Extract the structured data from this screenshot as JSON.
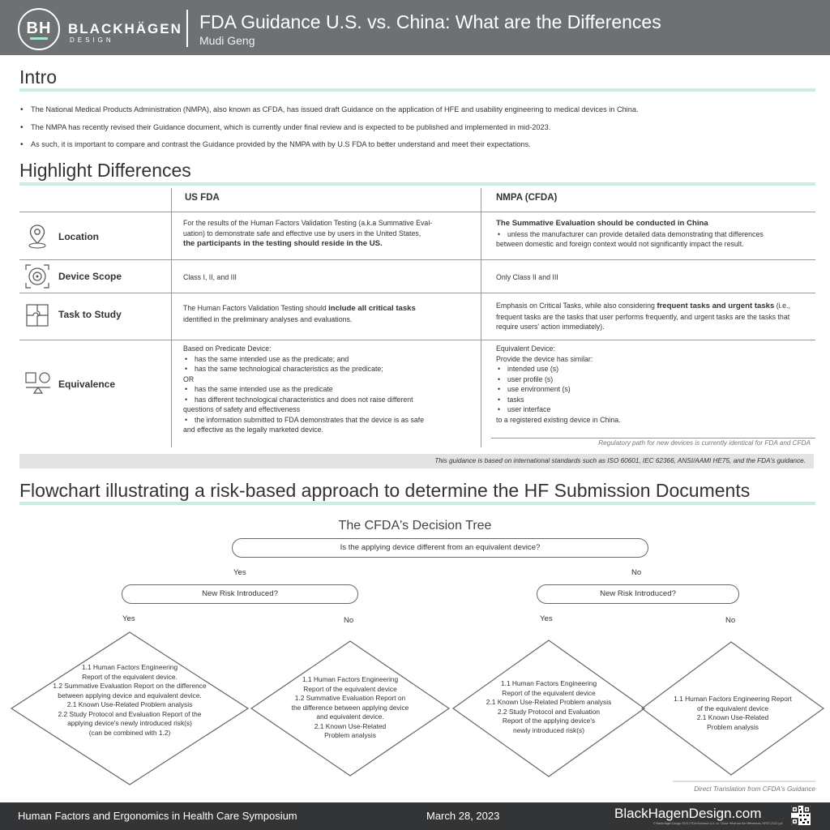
{
  "header": {
    "logo_mono": "BH",
    "brand": "BLACKHÄGEN",
    "brand_sub": "DESIGN",
    "title": "FDA Guidance U.S. vs. China: What are the Differences",
    "author": "Mudi Geng"
  },
  "intro": {
    "heading": "Intro",
    "bullets": [
      "The National Medical Products Administration (NMPA), also known as CFDA, has issued draft Guidance on the application of HFE and usability engineering to medical devices in China.",
      "The NMPA has recently revised their Guidance document, which is currently under final review and is expected to be published and implemented in mid-2023.",
      "As such, it is important to compare and contrast the Guidance provided by the NMPA with by U.S FDA to better understand and meet their expectations."
    ]
  },
  "differences": {
    "heading": "Highlight Differences",
    "col_us": "US FDA",
    "col_cn": "NMPA (CFDA)",
    "rows": {
      "location": {
        "label": "Location",
        "us_1": "For the results of the Human Factors Validation Testing (a.k.a Summative Eval-",
        "us_2": "uation) to demonstrate safe and effective use by users in the United States,",
        "us_3": "the participants in the testing should reside in the US.",
        "cn_1": "The Summative Evaluation should be conducted in China",
        "cn_2": "unless the manufacturer can provide detailed data demonstrating that differences",
        "cn_3": "between domestic and foreign context would not significantly impact the result."
      },
      "scope": {
        "label": "Device Scope",
        "us": "Class I, II, and III",
        "cn": "Only Class II and III"
      },
      "task": {
        "label": "Task to Study",
        "us_1a": "The Human Factors Validation Testing should ",
        "us_1b": "include all critical tasks",
        "us_2": "identified in the preliminary analyses and evaluations.",
        "cn_1a": "Emphasis on Critical Tasks, while also considering ",
        "cn_1b": "frequent tasks and urgent tasks",
        "cn_1c": " (i.e.,",
        "cn_2": "frequent tasks are the tasks that user performs frequently, and urgent tasks are the tasks that",
        "cn_3": "require users' action immediately)."
      },
      "equiv": {
        "label": "Equivalence",
        "us": [
          "Based on Predicate Device:",
          "has the same intended use as the predicate; and",
          "has the same technological characteristics as the predicate;",
          "OR",
          "has the same intended use as the predicate",
          "has different technological characteristics and does not raise different",
          "questions of safety and effectiveness",
          "the information submitted to FDA demonstrates that the device is as safe",
          "and effective as the legally marketed device."
        ],
        "cn": [
          "Equivalent Device:",
          "Provide the device has similar:",
          "intended use (s)",
          "user profile (s)",
          "use environment (s)",
          "tasks",
          "user interface",
          "to a registered existing device in China."
        ]
      }
    },
    "note_regulatory": "Regulatory path for new devices is currently identical for FDA and CFDA",
    "note_standards": "This guidance is based on international standards such as ISO 60601, IEC 62366, ANSI/AAMI HE75, and the FDA's guidance."
  },
  "flowchart": {
    "heading": "Flowchart illustrating a risk-based approach to determine the HF Submission Documents",
    "tree_title": "The CFDA's Decision Tree",
    "root_question": "Is the applying device different from an equivalent device?",
    "yes": "Yes",
    "no": "No",
    "risk_question": "New Risk Introduced?",
    "d1": [
      "1.1 Human Factors Engineering",
      "Report of the equivalent device.",
      "1.2 Summative Evaluation Report on the difference",
      "between applying device and equivalent device.",
      "2.1 Known Use-Related Problem analysis",
      "2.2 Study Protocol and Evaluation Report of the",
      "applying device's newly introduced risk(s)",
      "(can be combined with 1.2)"
    ],
    "d2": [
      "1.1 Human Factors Engineering",
      "Report of the equivalent device",
      "1.2 Summative Evaluation Report on",
      "the difference between applying device",
      "and equivalent device.",
      "2.1 Known Use-Related",
      "Problem analysis"
    ],
    "d3": [
      "1.1 Human Factors Engineering",
      "Report of the equivalent device",
      "2.1 Known Use-Related Problem analysis",
      "2.2 Study Protocol and Evaluation",
      "Report of the applying device's",
      "newly introduced risk(s)"
    ],
    "d4": [
      "1.1 Human Factors Engineering Report",
      "of the equivalent device",
      "2.1 Known Use-Related",
      "Problem analysis"
    ],
    "source_note": "Direct Translation from CFDA's Guidance"
  },
  "footer": {
    "event": "Human Factors and Ergonomics in Health Care Symposium",
    "date": "March 28, 2023",
    "site": "BlackHagenDesign.com",
    "fine_print": "© BlackHägen Design 2023 | FDA Guidance U.S. vs. China: What are the Differences, HFES 2023 | p#"
  },
  "colors": {
    "header_bg": "#6e7173",
    "accent_mint": "#c9efdc",
    "footer_bg": "#333435"
  },
  "icons": [
    "location-pin-icon",
    "target-icon",
    "puzzle-icon",
    "compare-devices-icon",
    "qr-code-icon"
  ]
}
